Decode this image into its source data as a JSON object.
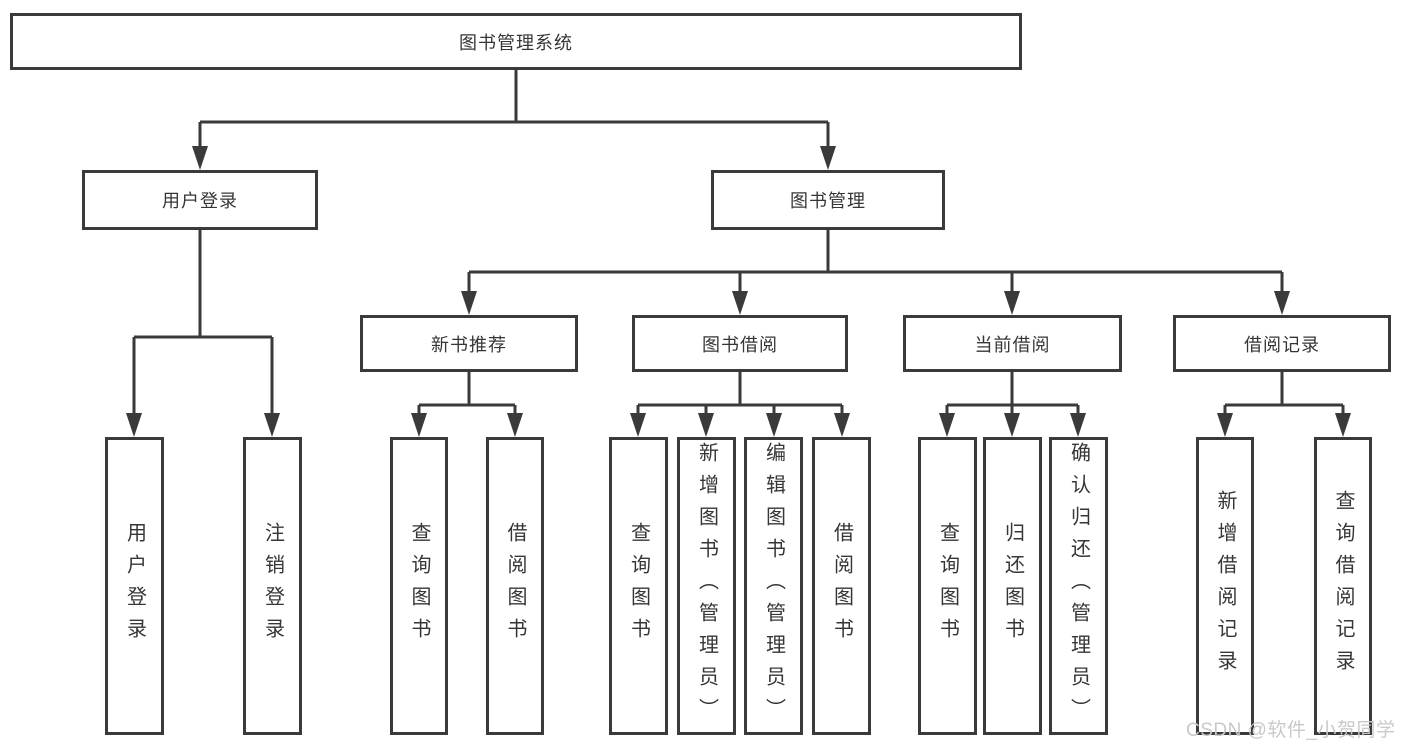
{
  "diagram_title": "图书管理系统",
  "colors": {
    "line": "#3a3a3a",
    "box_border": "#3a3a3a",
    "text": "#363636",
    "background": "#ffffff",
    "watermark": "#c9c9c9"
  },
  "tree": {
    "root": {
      "label": "图书管理系统"
    },
    "branches": [
      {
        "label": "用户登录",
        "children": [
          {
            "label": "用户登录"
          },
          {
            "label": "注销登录"
          }
        ]
      },
      {
        "label": "图书管理",
        "sections": [
          {
            "label": "新书推荐",
            "children": [
              {
                "label": "查询图书"
              },
              {
                "label": "借阅图书"
              }
            ]
          },
          {
            "label": "图书借阅",
            "children": [
              {
                "label": "查询图书"
              },
              {
                "label": "新增图书（管理员）"
              },
              {
                "label": "编辑图书（管理员）"
              },
              {
                "label": "借阅图书"
              }
            ]
          },
          {
            "label": "当前借阅",
            "children": [
              {
                "label": "查询图书"
              },
              {
                "label": "归还图书"
              },
              {
                "label": "确认归还（管理员）"
              }
            ]
          },
          {
            "label": "借阅记录",
            "children": [
              {
                "label": "新增借阅记录"
              },
              {
                "label": "查询借阅记录"
              }
            ]
          }
        ]
      }
    ]
  },
  "watermark": {
    "text": "CSDN @软件_小贺同学"
  }
}
